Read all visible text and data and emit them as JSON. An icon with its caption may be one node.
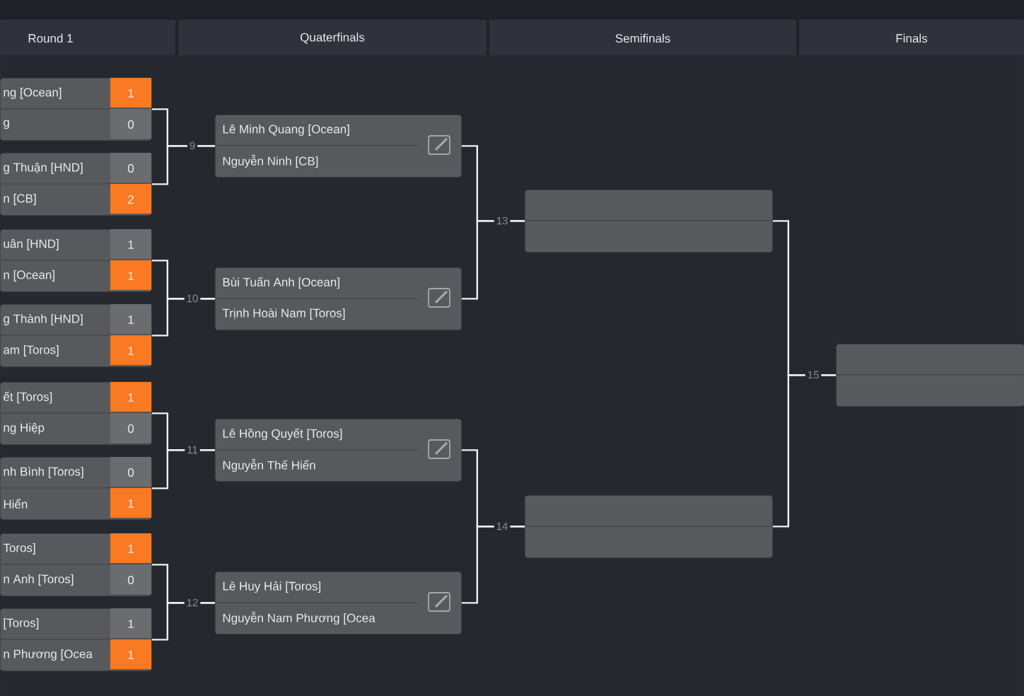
{
  "diagram": {
    "nodes": [
      {
        "text": [
          "ng [Ocean]",
          "1",
          "g",
          "0"
        ]
      },
      {
        "text": [
          "g Thuận [HND]",
          "0",
          "n [CB]",
          "2"
        ]
      },
      {
        "text": [
          "uân [HND]",
          "1",
          "n [Ocean]",
          "1"
        ]
      },
      {
        "text": [
          "g Thành [HND]",
          "1",
          "am [Toros]",
          "1"
        ]
      },
      {
        "text": [
          "ết [Toros]",
          "1",
          "ng Hiệp",
          "0"
        ]
      },
      {
        "text": [
          "nh Bình [Toros]",
          "0",
          "Hiển",
          "1"
        ]
      },
      {
        "text": [
          "Toros]",
          "1",
          "n Anh [Toros]",
          "0"
        ]
      },
      {
        "text": [
          "[Toros]",
          "1",
          "n Phương [Ocea",
          "1"
        ]
      },
      {
        "text": [
          "Lê Minh Quang [Ocean]",
          "Nguyễn Ninh [CB]"
        ],
        "beside": [
          "9"
        ]
      },
      {
        "text": [
          "Bùi Tuấn Anh [Ocean]",
          "Trịnh Hoài Nam [Toros]"
        ],
        "beside": [
          "10"
        ]
      },
      {
        "text": [
          "Lê Hồng Quyết [Toros]",
          "Nguyễn Thế Hiển"
        ],
        "beside": [
          "11"
        ]
      },
      {
        "text": [
          "Lê Huy Hải [Toros]",
          "Nguyễn Nam Phương [Ocea"
        ],
        "beside": [
          "12"
        ]
      },
      {
        "text": [],
        "shape": "box",
        "beside": [
          "13"
        ]
      },
      {
        "text": [],
        "shape": "box",
        "beside": [
          "14"
        ]
      },
      {
        "text": [],
        "shape": "box",
        "beside": [
          "15"
        ]
      }
    ],
    "edges": [
      {
        "from": 0,
        "to": 8,
        "arrow": "none"
      },
      {
        "from": 1,
        "to": 8,
        "arrow": "none"
      },
      {
        "from": 2,
        "to": 9,
        "arrow": "none"
      },
      {
        "from": 3,
        "to": 9,
        "arrow": "none"
      },
      {
        "from": 4,
        "to": 10,
        "arrow": "none"
      },
      {
        "from": 5,
        "to": 10,
        "arrow": "none"
      },
      {
        "from": 6,
        "to": 11,
        "arrow": "none"
      },
      {
        "from": 7,
        "to": 11,
        "arrow": "none"
      },
      {
        "from": 8,
        "to": 12,
        "arrow": "none"
      },
      {
        "from": 9,
        "to": 12,
        "arrow": "none"
      },
      {
        "from": 10,
        "to": 13,
        "arrow": "none"
      },
      {
        "from": 11,
        "to": 13,
        "arrow": "none"
      },
      {
        "from": 12,
        "to": 14,
        "arrow": "none"
      },
      {
        "from": 13,
        "to": 14,
        "arrow": "none"
      }
    ],
    "labels": [
      "Round 1",
      "Quaterfinals",
      "Semifinals",
      "Finals"
    ]
  }
}
